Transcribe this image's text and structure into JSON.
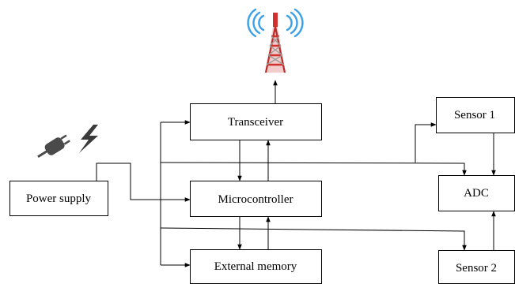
{
  "blocks": {
    "transceiver": "Transceiver",
    "microcontroller": "Microcontroller",
    "external_memory": "External memory",
    "power_supply": "Power supply",
    "sensor1": "Sensor 1",
    "adc": "ADC",
    "sensor2": "Sensor 2"
  },
  "icons": {
    "tower": "cell-tower-icon",
    "plug": "power-plug-icon"
  },
  "colors": {
    "tower_red": "#d0312d",
    "signal_blue": "#3aa0e8",
    "plug_dark": "#4a4a4a"
  }
}
